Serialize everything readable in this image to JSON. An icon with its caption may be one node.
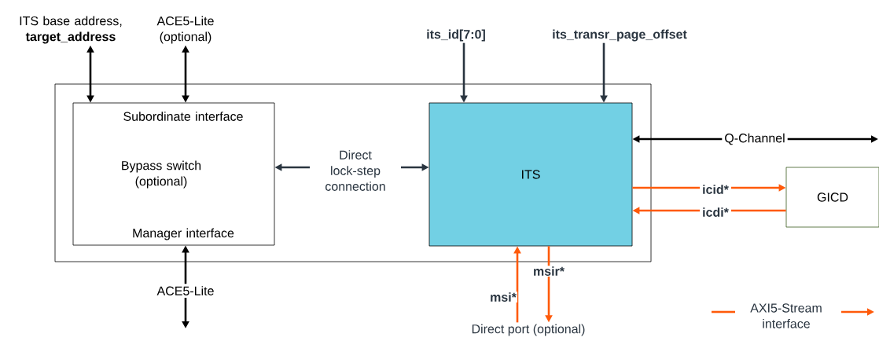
{
  "diagram": {
    "nodes": [
      {
        "text": [],
        "shape": "box"
      },
      {
        "text": [
          "Subordinate interface",
          "Bypass switch (optional)",
          "Manager interface"
        ],
        "in": 0
      },
      {
        "text": [
          "ITS"
        ],
        "in": 0
      },
      {
        "text": [
          "GICD"
        ]
      },
      {
        "text": [
          "ITS base address, **target_address**"
        ]
      },
      {
        "text": [
          "ACE5-Lite (optional)"
        ]
      },
      {
        "text": [
          "its_id[7:0]"
        ]
      },
      {
        "text": [
          "its_transr_page_offset"
        ]
      },
      {
        "text": [
          "Direct port (optional)"
        ]
      }
    ],
    "edges": [
      {
        "from": 4,
        "to": 1,
        "arrow": "both"
      },
      {
        "from": 5,
        "to": 1,
        "arrow": "both"
      },
      {
        "from": 6,
        "to": 2,
        "arrow": "to"
      },
      {
        "from": 7,
        "to": 2,
        "arrow": "to"
      },
      {
        "from": 1,
        "to": 2,
        "arrow": "both",
        "label": "Direct lock-step connection"
      },
      {
        "from": 2,
        "to": null,
        "arrow": "both",
        "label": "Q-Channel"
      },
      {
        "from": 2,
        "to": 3,
        "arrow": "to",
        "label": "icid*",
        "color": "#ff5a0a"
      },
      {
        "from": 3,
        "to": 2,
        "arrow": "to",
        "label": "icdi*",
        "color": "#ff5a0a"
      },
      {
        "from": 1,
        "to": null,
        "arrow": "both",
        "label": "ACE5-Lite"
      },
      {
        "from": 8,
        "to": 2,
        "arrow": "to",
        "label": "msi*",
        "color": "#ff5a0a"
      },
      {
        "from": 2,
        "to": 8,
        "arrow": "to",
        "label": "msir*",
        "color": "#ff5a0a"
      }
    ],
    "legend": [
      {
        "text": "AXI5-Stream interface"
      }
    ]
  }
}
